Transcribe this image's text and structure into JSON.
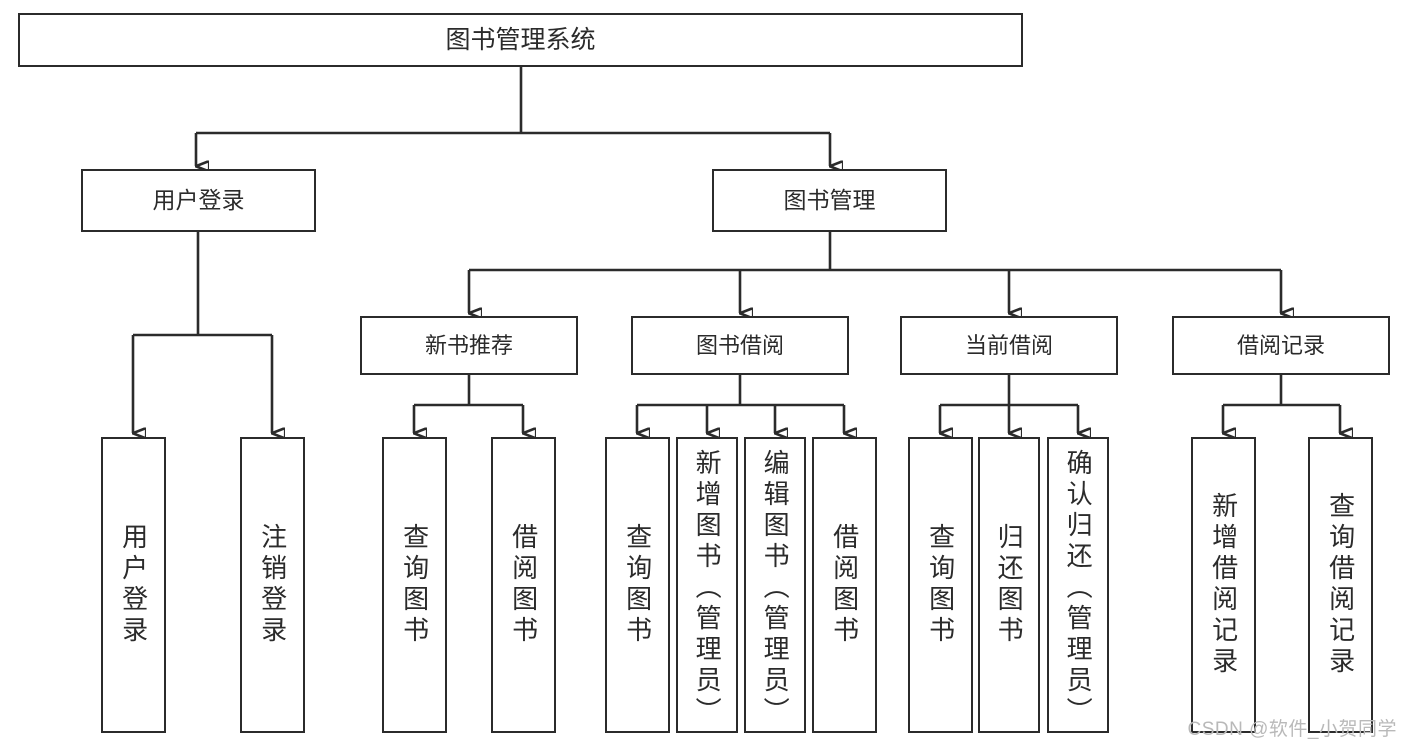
{
  "diagram": {
    "type": "tree",
    "title": "图书管理系统",
    "colors": {
      "stroke": "#2b2b2b",
      "fill": "#ffffff",
      "watermark": "#b9b9b9"
    },
    "root": {
      "label": "图书管理系统"
    },
    "level2": [
      {
        "label": "用户登录"
      },
      {
        "label": "图书管理"
      }
    ],
    "level3": [
      {
        "label": "新书推荐"
      },
      {
        "label": "图书借阅"
      },
      {
        "label": "当前借阅"
      },
      {
        "label": "借阅记录"
      }
    ],
    "leaves": {
      "user_login": [
        {
          "label": "用户登录"
        },
        {
          "label": "注销登录"
        }
      ],
      "new_book_recommend": [
        {
          "label": "查询图书"
        },
        {
          "label": "借阅图书"
        }
      ],
      "book_borrow": [
        {
          "label": "查询图书"
        },
        {
          "label": "新增图书（管理员）"
        },
        {
          "label": "编辑图书（管理员）"
        },
        {
          "label": "借阅图书"
        }
      ],
      "current_borrow": [
        {
          "label": "查询图书"
        },
        {
          "label": "归还图书"
        },
        {
          "label": "确认归还（管理员）"
        }
      ],
      "borrow_record": [
        {
          "label": "新增借阅记录"
        },
        {
          "label": "查询借阅记录"
        }
      ]
    }
  },
  "watermark": {
    "text": "CSDN @软件_小贺同学"
  }
}
